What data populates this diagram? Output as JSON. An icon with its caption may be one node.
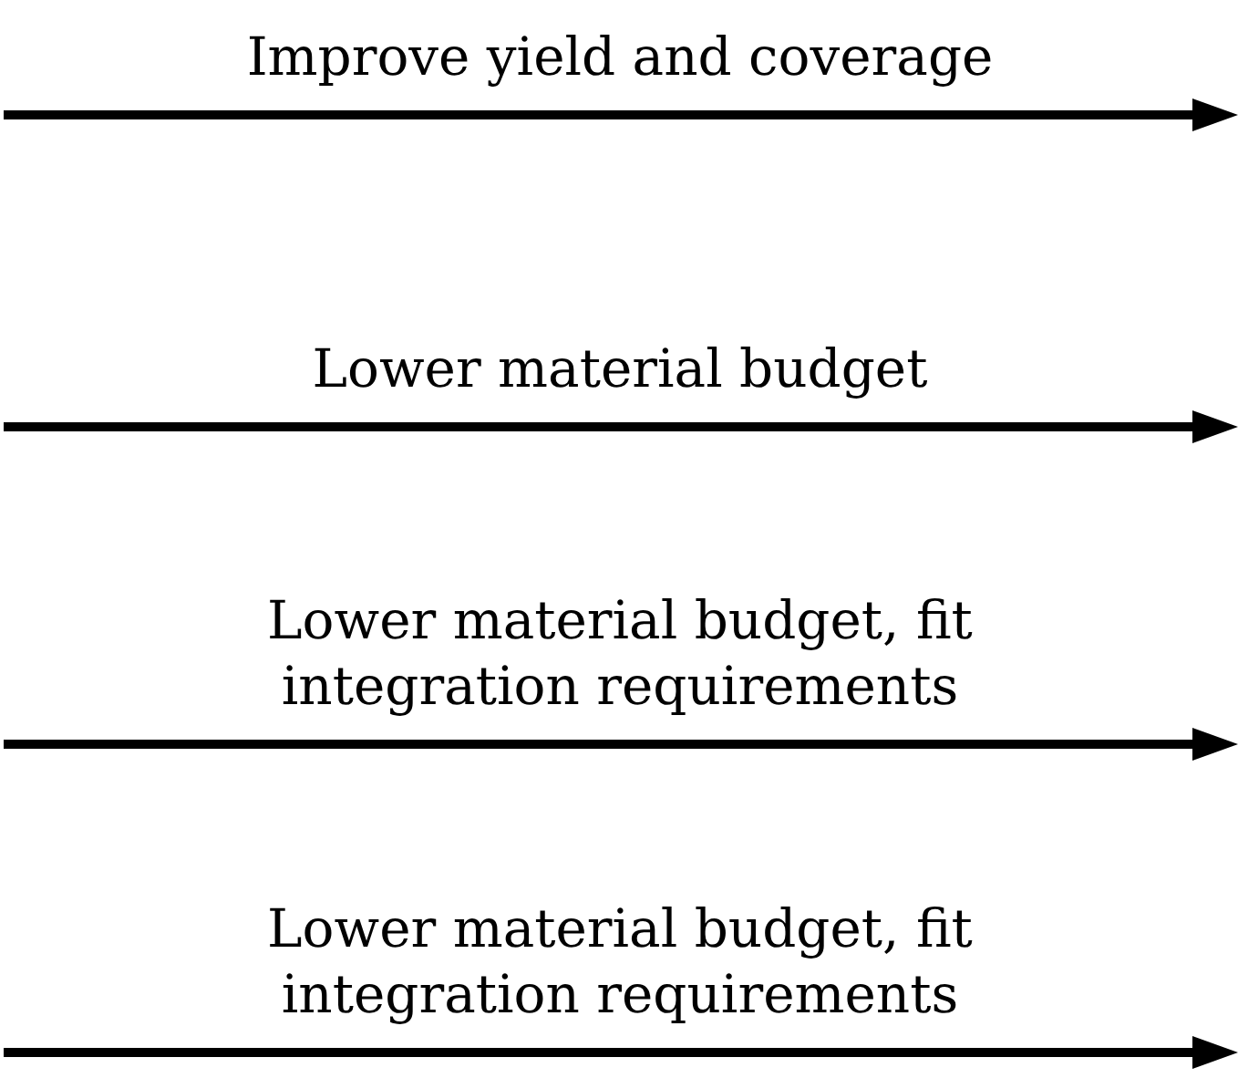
{
  "diagram": {
    "labels": [
      "Improve yield and coverage",
      "Lower material budget",
      "Lower material budget, fit integration requirements",
      "Lower material budget, fit integration requirements"
    ]
  }
}
